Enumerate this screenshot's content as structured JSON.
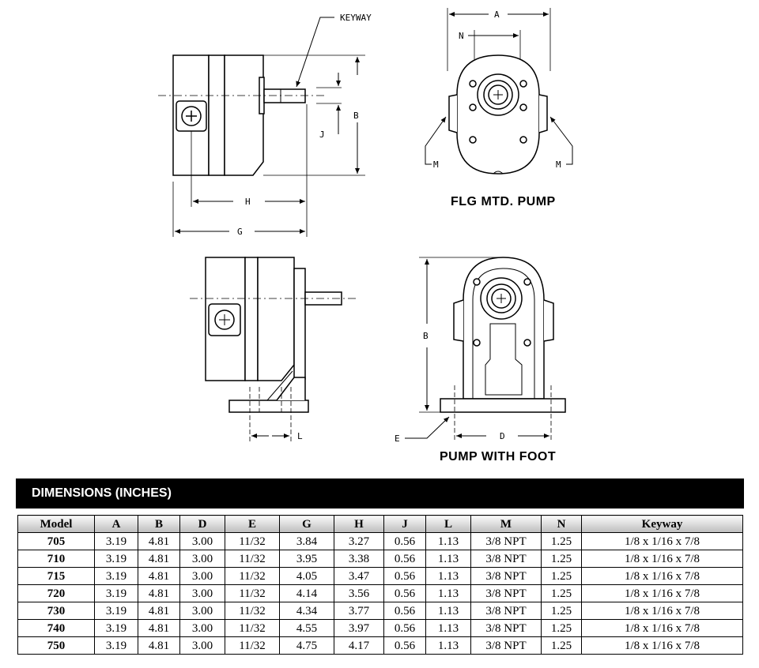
{
  "drawings": {
    "labels": {
      "keyway": "KEYWAY",
      "a": "A",
      "b": "B",
      "b2": "B",
      "d": "D",
      "e": "E",
      "g": "G",
      "h": "H",
      "j": "J",
      "l": "L",
      "m_left": "M",
      "m_right": "M",
      "n": "N"
    },
    "captions": {
      "flange": "FLG MTD. PUMP",
      "foot": "PUMP WITH FOOT"
    }
  },
  "section_title": "DIMENSIONS (INCHES)",
  "table": {
    "headers": [
      "Model",
      "A",
      "B",
      "D",
      "E",
      "G",
      "H",
      "J",
      "L",
      "M",
      "N",
      "Keyway"
    ],
    "rows": [
      [
        "705",
        "3.19",
        "4.81",
        "3.00",
        "11/32",
        "3.84",
        "3.27",
        "0.56",
        "1.13",
        "3/8 NPT",
        "1.25",
        "1/8 x 1/16 x 7/8"
      ],
      [
        "710",
        "3.19",
        "4.81",
        "3.00",
        "11/32",
        "3.95",
        "3.38",
        "0.56",
        "1.13",
        "3/8 NPT",
        "1.25",
        "1/8 x 1/16 x 7/8"
      ],
      [
        "715",
        "3.19",
        "4.81",
        "3.00",
        "11/32",
        "4.05",
        "3.47",
        "0.56",
        "1.13",
        "3/8 NPT",
        "1.25",
        "1/8 x 1/16 x 7/8"
      ],
      [
        "720",
        "3.19",
        "4.81",
        "3.00",
        "11/32",
        "4.14",
        "3.56",
        "0.56",
        "1.13",
        "3/8 NPT",
        "1.25",
        "1/8 x 1/16 x 7/8"
      ],
      [
        "730",
        "3.19",
        "4.81",
        "3.00",
        "11/32",
        "4.34",
        "3.77",
        "0.56",
        "1.13",
        "3/8 NPT",
        "1.25",
        "1/8 x 1/16 x 7/8"
      ],
      [
        "740",
        "3.19",
        "4.81",
        "3.00",
        "11/32",
        "4.55",
        "3.97",
        "0.56",
        "1.13",
        "3/8 NPT",
        "1.25",
        "1/8 x 1/16 x 7/8"
      ],
      [
        "750",
        "3.19",
        "4.81",
        "3.00",
        "11/32",
        "4.75",
        "4.17",
        "0.56",
        "1.13",
        "3/8 NPT",
        "1.25",
        "1/8 x 1/16 x 7/8"
      ]
    ]
  }
}
